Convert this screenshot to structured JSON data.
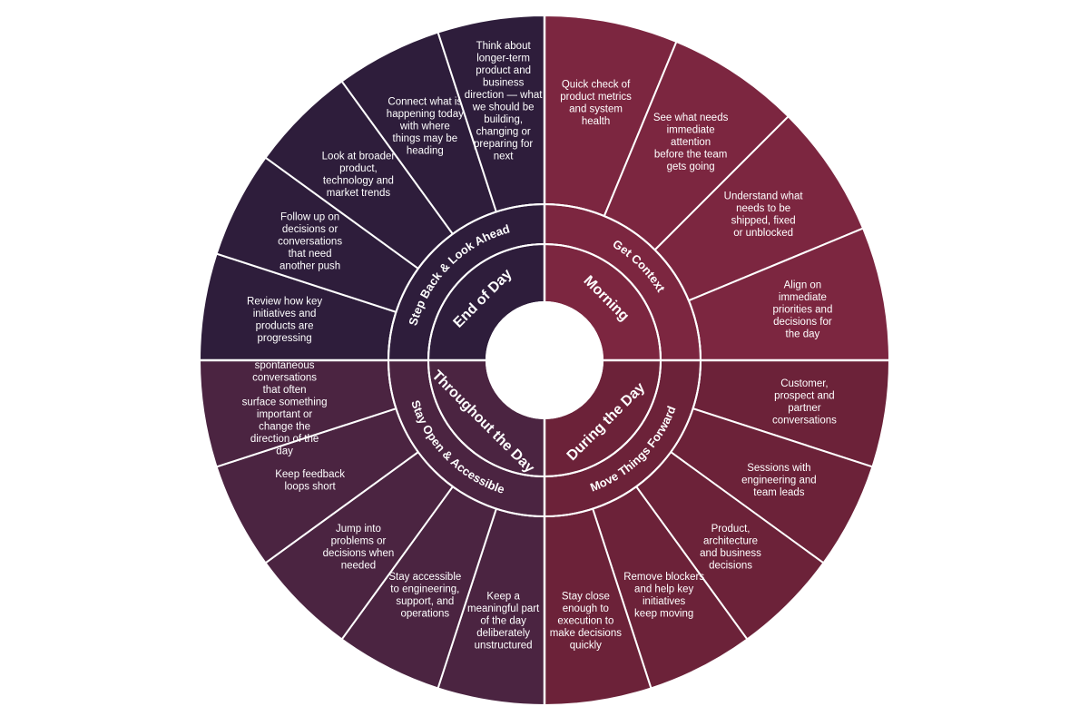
{
  "colors": {
    "background": "#ffffff",
    "divider": "#ffffff",
    "morning": "#7c2640",
    "during": "#6c2239",
    "throughout": "#4b2441",
    "endofday": "#2e1d3b"
  },
  "quadrants": [
    {
      "key": "morning",
      "period": "Morning",
      "theme": "Get Context",
      "color": "#7c2640",
      "items": [
        "Quick check of product metrics and system health",
        "See what needs immediate attention before the team gets going",
        "Understand what needs to be shipped, fixed or unblocked",
        "Align on immediate priorities and decisions for the day"
      ]
    },
    {
      "key": "during",
      "period": "During the Day",
      "theme": "Move Things Forward",
      "color": "#6c2239",
      "items": [
        "Customer, prospect and partner conversations",
        "Sessions with engineering and team leads",
        "Product, architecture and business decisions",
        "Remove blockers and help key initiatives keep moving",
        "Stay close enough to execution to make decisions quickly"
      ]
    },
    {
      "key": "throughout",
      "period": "Throughout the Day",
      "theme": "Stay Open & Accessible",
      "color": "#4b2441",
      "items": [
        "Keep a meaningful part of the day deliberately unstructured",
        "Stay accessible to engineering, support, and operations",
        "Jump into problems or decisions when needed",
        "Keep feedback loops short",
        "Leave room for spontaneous conversations that often surface something important or change the direction of the day"
      ]
    },
    {
      "key": "endofday",
      "period": "End of Day",
      "theme": "Step Back & Look Ahead",
      "color": "#2e1d3b",
      "items": [
        "Review how key initiatives and products are progressing",
        "Follow up on decisions or conversations that need another push",
        "Look at broader product, technology and market trends",
        "Connect what is happening today with where things may be heading",
        "Think about longer-term product and business direction — what we should be building, changing or preparing for next"
      ]
    }
  ]
}
